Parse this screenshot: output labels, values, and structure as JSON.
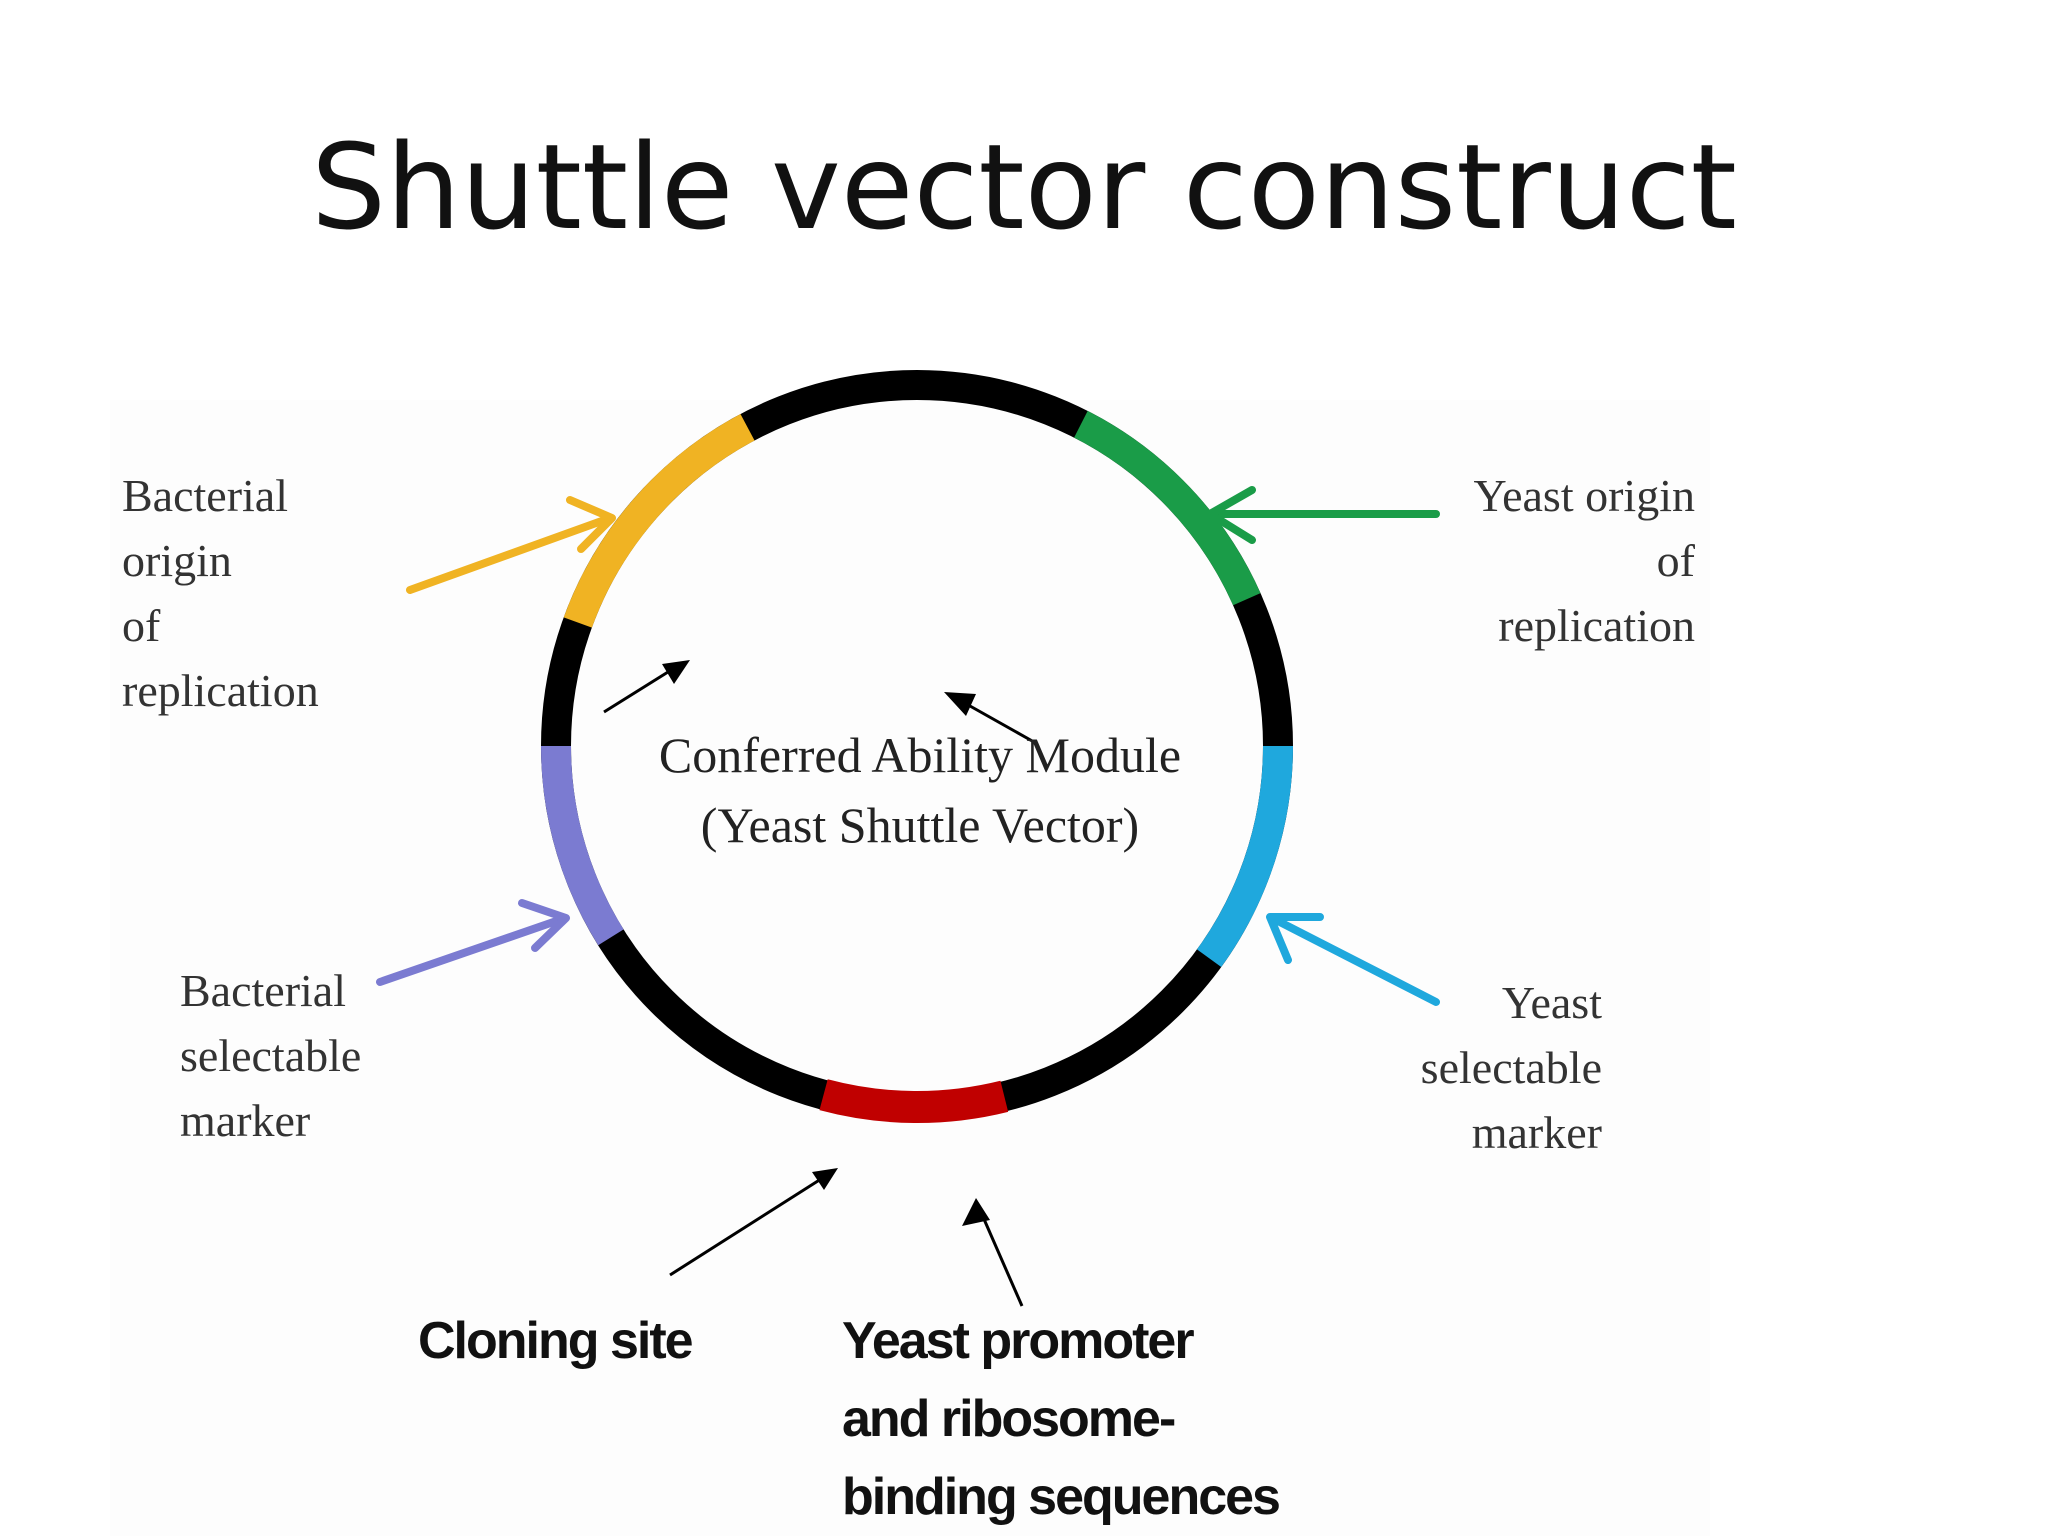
{
  "title": "Shuttle vector construct",
  "center": {
    "line1": "Conferred Ability Module",
    "line2": "(Yeast Shuttle Vector)"
  },
  "segments": [
    {
      "label": "Bacterial origin of replication",
      "color": "#f0b323"
    },
    {
      "label": "Yeast origin of replication",
      "color": "#1a9c48"
    },
    {
      "label": "Yeast selectable marker",
      "color": "#1fa8dd"
    },
    {
      "label": "Cloning site",
      "color": "#c00000"
    },
    {
      "label": "Bacterial selectable marker",
      "color": "#7b7bd1"
    }
  ],
  "labels": {
    "bacterial_origin": "Bacterial\norigin\nof\nreplication",
    "yeast_origin": "Yeast origin\nof\nreplication",
    "bacterial_marker": "Bacterial\nselectable\nmarker",
    "yeast_marker": "Yeast\nselectable\nmarker",
    "cloning_site": "Cloning site",
    "yeast_promoter": "Yeast promoter\nand ribosome-\nbinding sequences"
  },
  "colors": {
    "ring": "#000000",
    "bacterial_origin": "#f0b323",
    "yeast_origin": "#1a9c48",
    "yeast_marker": "#1fa8dd",
    "cloning_site": "#c00000",
    "bacterial_marker": "#7b7bd1"
  }
}
